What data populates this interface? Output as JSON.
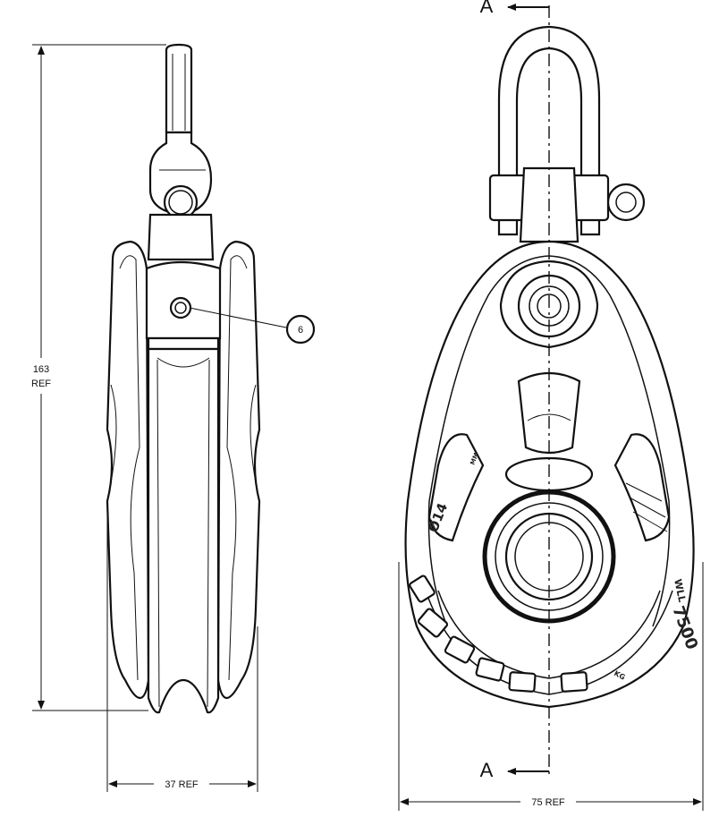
{
  "dimensions": {
    "height_value": "163",
    "height_unit": "REF",
    "side_width": "37 REF",
    "front_width": "75 REF"
  },
  "callout": {
    "number": "6"
  },
  "section": {
    "top_label": "A",
    "bottom_label": "A"
  },
  "engraving": {
    "rope": "Ø14",
    "rope_unit": "MM",
    "wll": "WLL",
    "load": "7500",
    "load_unit": "KG"
  }
}
